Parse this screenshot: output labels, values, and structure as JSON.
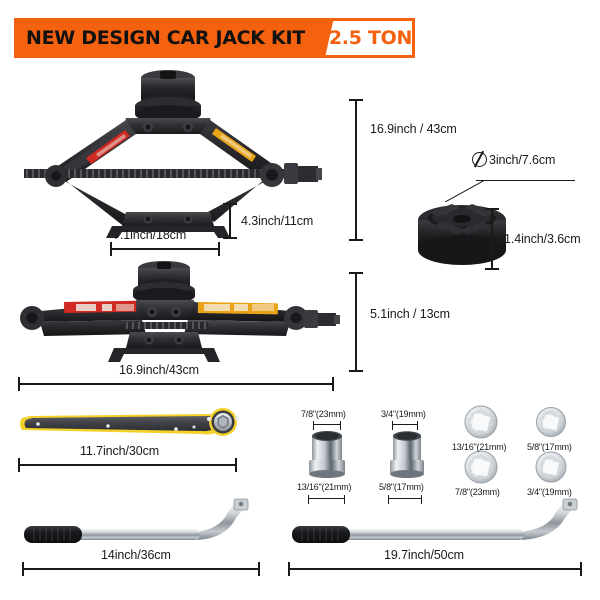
{
  "header": {
    "title": "NEW DESIGN CAR JACK KIT",
    "badge": "2.5 TON",
    "accent_color": "#F4610F",
    "badge_text_color": "#F4610F",
    "title_text_color": "#111111"
  },
  "products": {
    "jack_raised": {
      "name": "scissor-jack-raised",
      "dimensions": {
        "height": "16.9inch / 43cm",
        "base_height": "4.3inch/11cm",
        "base_width": "7.1inch/18cm"
      }
    },
    "jack_collapsed": {
      "name": "scissor-jack-collapsed",
      "dimensions": {
        "height": "5.1inch / 13cm",
        "width": "16.9inch/43cm"
      }
    },
    "jack_pad": {
      "name": "rubber-jack-pad",
      "dimensions": {
        "diameter": "3inch/7.6cm",
        "thickness": "1.4inch/3.6cm"
      }
    },
    "ratchet_wrench": {
      "name": "ratchet-wrench",
      "dimensions": {
        "length": "11.7inch/30cm"
      }
    },
    "lug_wrench_small": {
      "name": "lug-wrench-small",
      "dimensions": {
        "length": "14inch/36cm"
      }
    },
    "lug_wrench_large": {
      "name": "lug-wrench-large",
      "dimensions": {
        "length": "19.7inch/50cm"
      }
    },
    "sockets_side": [
      {
        "top_label": "7/8\"(23mm)",
        "bottom_label": "13/16\"(21mm)"
      },
      {
        "top_label": "3/4\"(19mm)",
        "bottom_label": "5/8\"(17mm)"
      }
    ],
    "sockets_top": [
      {
        "label": "13/16\"(21mm)"
      },
      {
        "label": "5/8\"(17mm)"
      },
      {
        "label": "7/8\"(23mm)"
      },
      {
        "label": "3/4\"(19mm)"
      }
    ]
  },
  "colors": {
    "background": "#ffffff",
    "dimension_line": "#1a1a1a",
    "jack_body_dark": "#2b2b2e",
    "jack_body_mid": "#3c3c40",
    "decal_red": "#d12a22",
    "decal_orange": "#e8a317",
    "ratchet_yellow": "#f2d12b",
    "chrome_light": "#e9ecef",
    "chrome_mid": "#b9bfc6",
    "chrome_dark": "#6f767d",
    "grip_black": "#17181a"
  }
}
